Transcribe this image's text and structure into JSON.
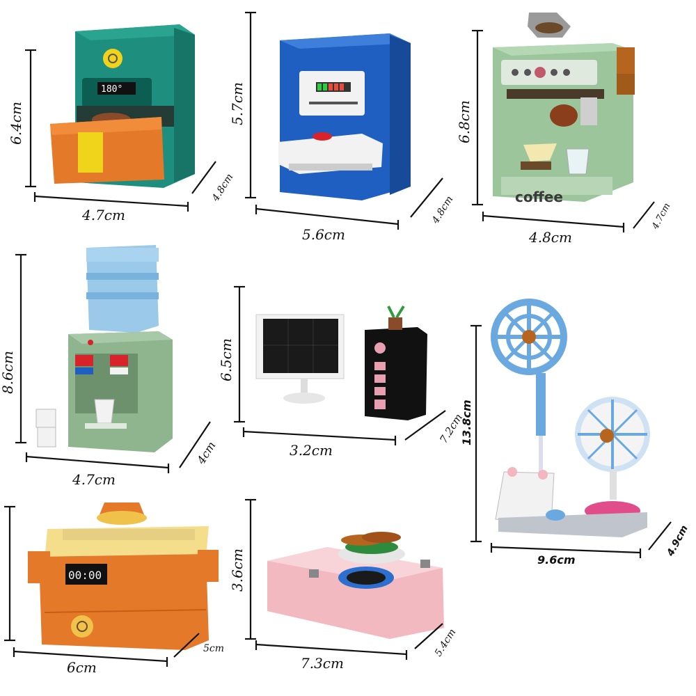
{
  "products": [
    {
      "name": "air-fryer",
      "height": "6.4cm",
      "width": "4.7cm",
      "depth": "4.8cm",
      "display": "180°",
      "accent": "#1e8f7e"
    },
    {
      "name": "robot-vacuum-station",
      "height": "5.7cm",
      "width": "5.6cm",
      "depth": "4.8cm",
      "accent": "#1f5fc2"
    },
    {
      "name": "coffee-machine",
      "height": "6.8cm",
      "width": "4.8cm",
      "depth": "4.7cm",
      "panel_text": "coffee",
      "accent": "#9cc59b"
    },
    {
      "name": "water-dispenser",
      "height": "8.6cm",
      "width": "4.7cm",
      "depth": "4cm",
      "accent": "#8fb58e"
    },
    {
      "name": "computer-set",
      "height": "6.5cm",
      "width": "3.2cm",
      "depth": "7.2cm",
      "accent": "#111111"
    },
    {
      "name": "fans",
      "height": "13.8cm",
      "width": "9.6cm",
      "depth": "4.9cm",
      "accent": "#6aa9e0"
    },
    {
      "name": "rice-cooker",
      "height": "",
      "width": "6cm",
      "depth": "5cm",
      "display": "00:00",
      "accent": "#e67a22"
    },
    {
      "name": "grill-stove",
      "height": "3.6cm",
      "width": "7.3cm",
      "depth": "5.4cm",
      "accent": "#f2b9c0"
    }
  ]
}
